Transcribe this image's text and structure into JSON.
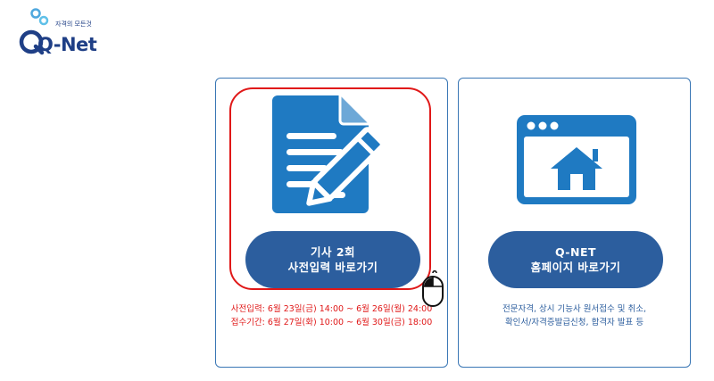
{
  "brand": {
    "tagline": "자격의 모든것",
    "wordmark": "Q-Net"
  },
  "cards": [
    {
      "icon": "document-edit-icon",
      "button_line1": "기사 2회",
      "button_line2": "사전입력 바로가기",
      "note_line1": "사전입력: 6월 23일(금) 14:00 ~ 6월 26일(월) 24:00",
      "note_line2": "접수기간: 6월 27일(화) 10:00 ~ 6월 30일(금) 18:00"
    },
    {
      "icon": "browser-home-icon",
      "button_line1": "Q-NET",
      "button_line2": "홈페이지 바로가기",
      "note_line1": "전문자격, 상시 기능사 원서접수 및 취소,",
      "note_line2": "확인서/자격증발급신청, 합격자 발표 등"
    }
  ],
  "colors": {
    "primary": "#2c5e9e",
    "icon_blue": "#1f7ac2",
    "highlight": "#e01818",
    "border": "#3a77b5"
  }
}
